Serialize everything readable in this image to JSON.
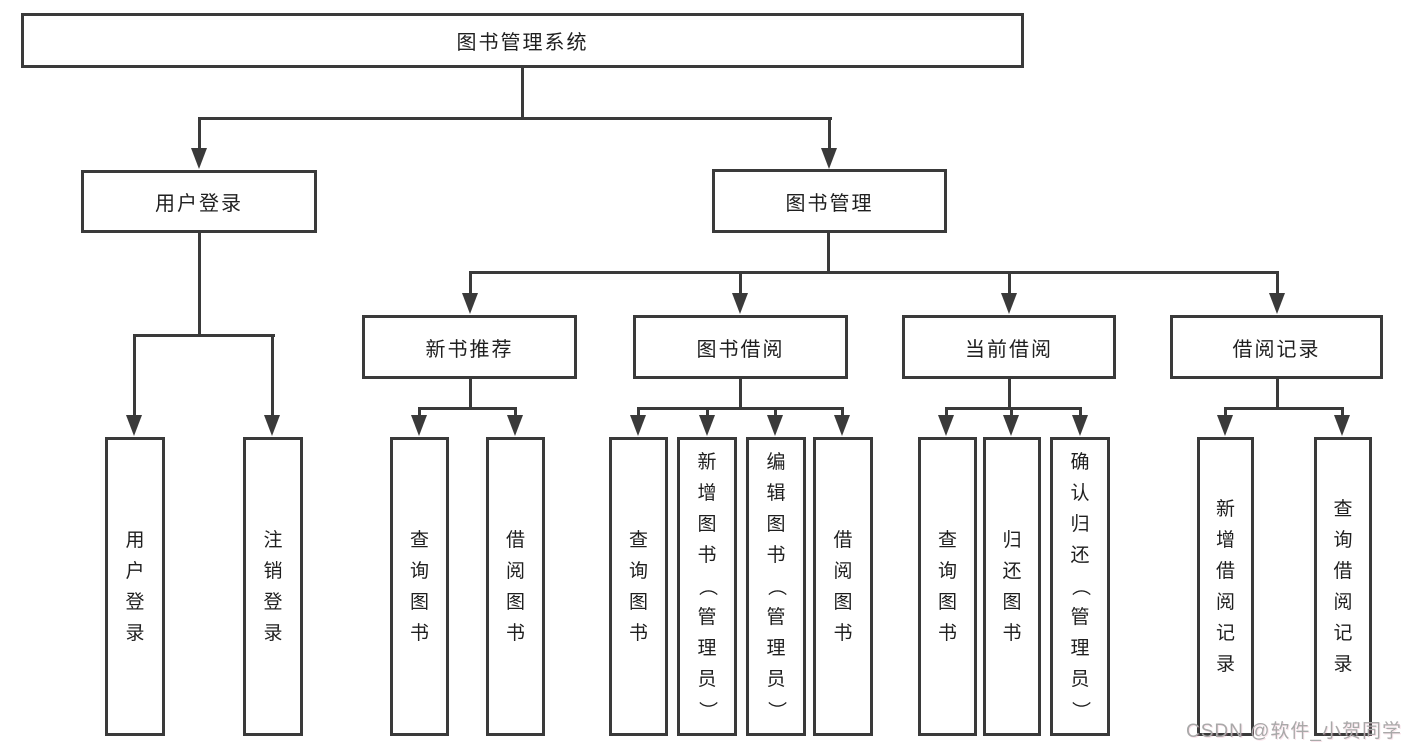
{
  "diagram": {
    "root": "图书管理系统",
    "branches": [
      {
        "label": "用户登录",
        "children": [
          "用户登录",
          "注销登录"
        ]
      },
      {
        "label": "图书管理",
        "sections": [
          {
            "label": "新书推荐",
            "children": [
              "查询图书",
              "借阅图书"
            ]
          },
          {
            "label": "图书借阅",
            "children": [
              "查询图书",
              "新增图书（管理员）",
              "编辑图书（管理员）",
              "借阅图书"
            ]
          },
          {
            "label": "当前借阅",
            "children": [
              "查询图书",
              "归还图书",
              "确认归还（管理员）"
            ]
          },
          {
            "label": "借阅记录",
            "children": [
              "新增借阅记录",
              "查询借阅记录"
            ]
          }
        ]
      }
    ]
  },
  "watermark": "CSDN @软件_小贺同学",
  "colors": {
    "line": "#3a3a3a",
    "text": "#1f1f1f",
    "watermark_gray": "#a9a9a9",
    "background": "#ffffff"
  }
}
